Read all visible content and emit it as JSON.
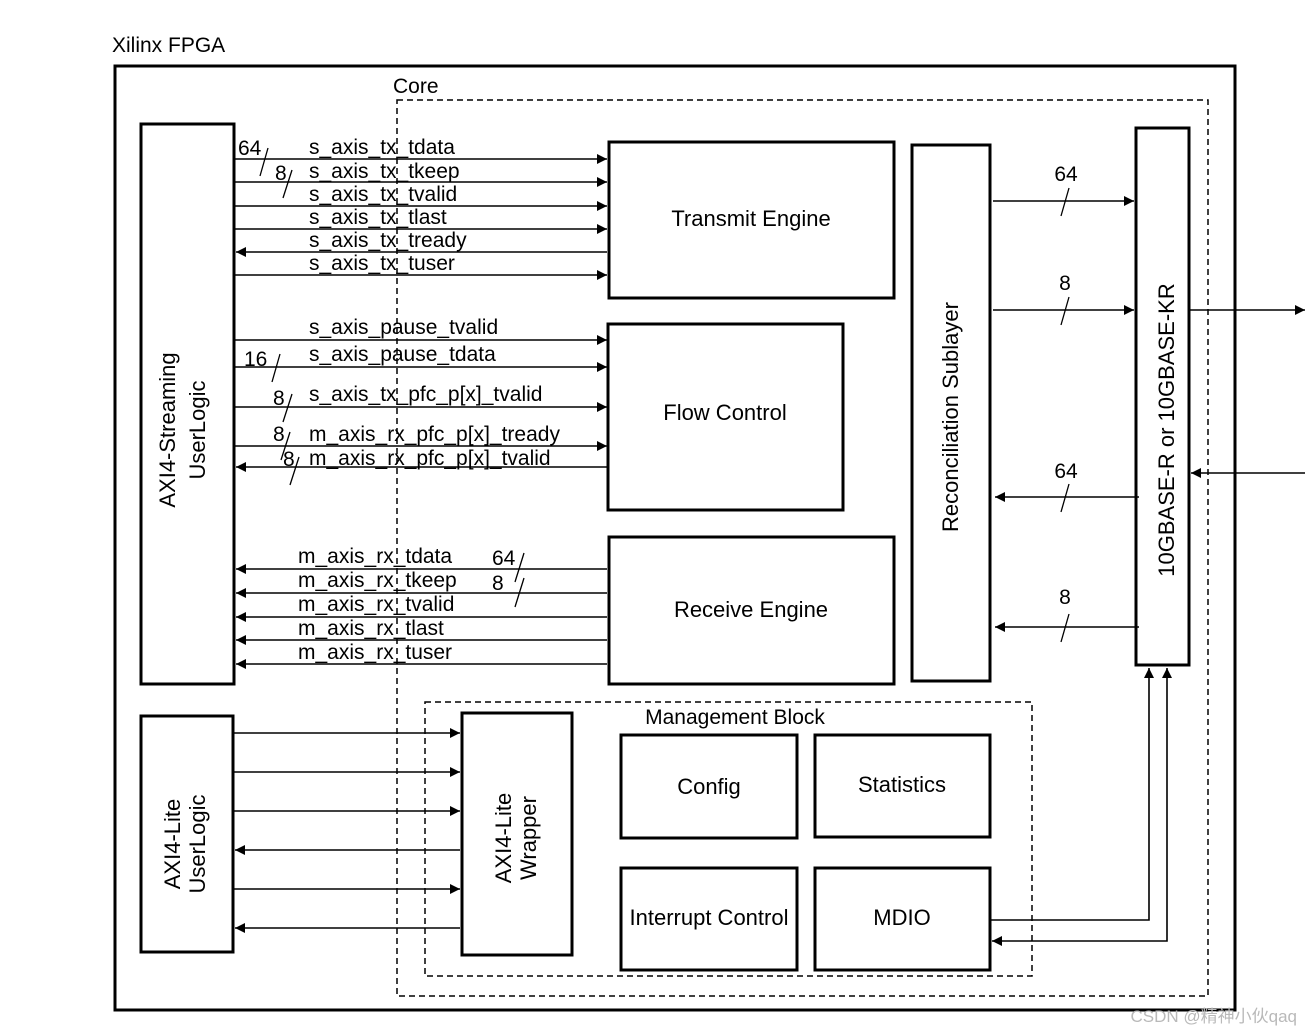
{
  "fpga_label": "Xilinx FPGA",
  "core_label": "Core",
  "blocks": {
    "axi4_stream": [
      "AXI4-Streaming",
      "UserLogic"
    ],
    "axi4_lite": [
      "AXI4-Lite",
      "UserLogic"
    ],
    "transmit_engine": "Transmit Engine",
    "flow_control": "Flow Control",
    "receive_engine": "Receive Engine",
    "reconciliation": "Reconciliation Sublayer",
    "phy": "10GBASE-R or 10GBASE-KR",
    "axi4_lite_wrapper": [
      "AXI4-Lite",
      "Wrapper"
    ],
    "management_block": "Management Block",
    "config": "Config",
    "statistics": "Statistics",
    "interrupt_control": "Interrupt Control",
    "mdio": "MDIO"
  },
  "tx_signals": [
    "s_axis_tx_tdata",
    "s_axis_tx_tkeep",
    "s_axis_tx_tvalid",
    "s_axis_tx_tlast",
    "s_axis_tx_tready",
    "s_axis_tx_tuser"
  ],
  "flow_signals": [
    "s_axis_pause_tvalid",
    "s_axis_pause_tdata",
    "s_axis_tx_pfc_p[x]_tvalid",
    "m_axis_rx_pfc_p[x]_tready",
    "m_axis_rx_pfc_p[x]_tvalid"
  ],
  "rx_signals": [
    "m_axis_rx_tdata",
    "m_axis_rx_tkeep",
    "m_axis_rx_tvalid",
    "m_axis_rx_tlast",
    "m_axis_rx_tuser"
  ],
  "widths": {
    "tx_tdata": "64",
    "tx_tkeep": "8",
    "pause_tdata": "16",
    "tx_pfc": "8",
    "rx_pfc_tready": "8",
    "rx_pfc_tvalid": "8",
    "rx_tdata": "64",
    "rx_tkeep": "8",
    "rs_tx_data": "64",
    "rs_tx_ctrl": "8",
    "rs_rx_data": "64",
    "rs_rx_ctrl": "8"
  },
  "watermark": "CSDN @精神小伙qaq"
}
